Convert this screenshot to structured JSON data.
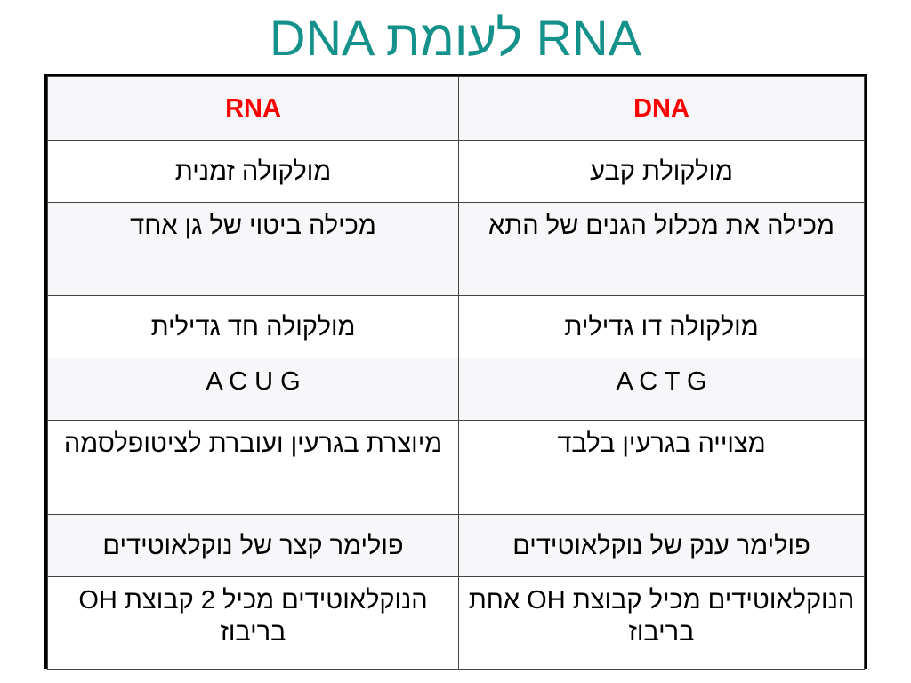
{
  "slide": {
    "title": "DNA  לעומת RNA"
  },
  "table": {
    "headers": {
      "left": "RNA",
      "right": "DNA"
    },
    "rows": [
      {
        "left": "מולקולה זמנית",
        "right": "מולקולת קבע"
      },
      {
        "left": "מכילה ביטוי של גן אחד",
        "right": "מכילה את מכלול הגנים של התא"
      },
      {
        "left": "מולקולה חד גדילית",
        "right": "מולקולה דו גדילית"
      },
      {
        "left": "A C U G",
        "right": "A C T G"
      },
      {
        "left": "מיוצרת בגרעין ועוברת לציטופלסמה",
        "right": "מצוייה בגרעין בלבד"
      },
      {
        "left": "פולימר קצר של נוקלאוטידים",
        "right": "פולימר ענק של נוקלאוטידים"
      },
      {
        "left": "הנוקלאוטידים מכיל 2 קבוצת OH בריבוז",
        "right": "הנוקלאוטידים מכיל קבוצת OH אחת בריבוז"
      }
    ]
  },
  "colors": {
    "title": "#14918a",
    "header_text": "#ff0000",
    "row_shade": "#f7f7f9",
    "border": "#000000"
  }
}
